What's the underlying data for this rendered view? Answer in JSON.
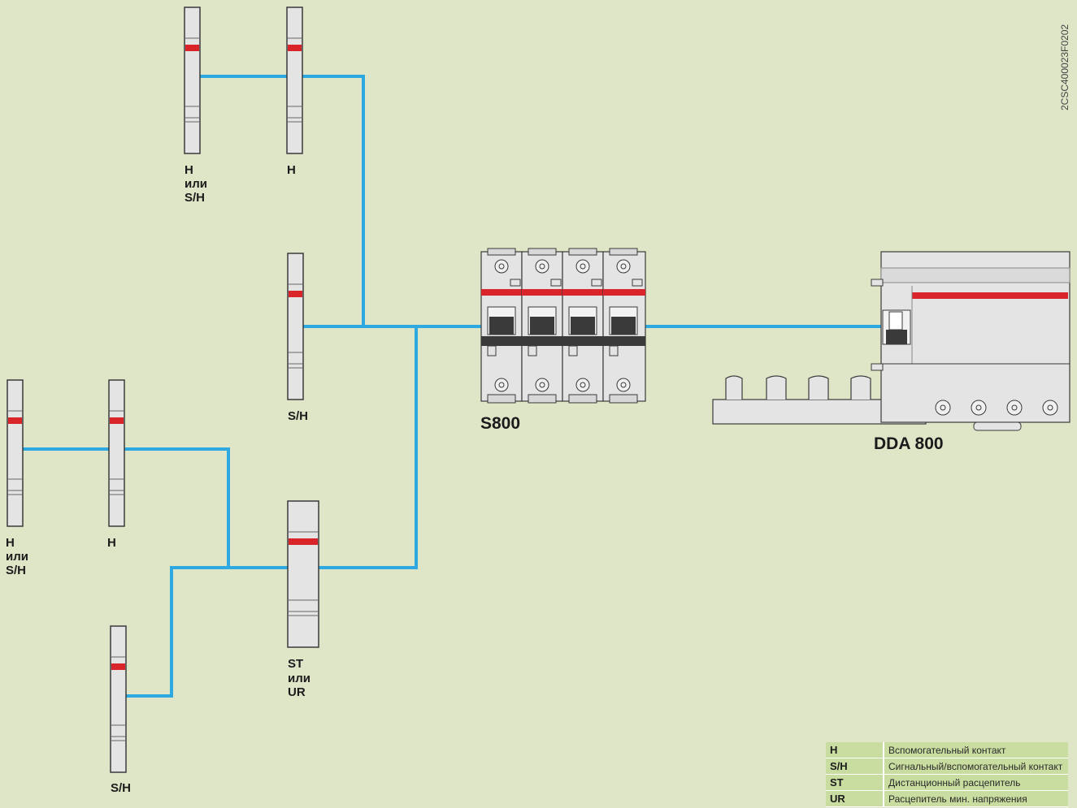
{
  "colors": {
    "background": "#dfe6c8",
    "wire": "#2ea8e0",
    "red_stripe": "#d9242a",
    "device_body": "#e4e4e4",
    "device_outline": "#3a3a3a",
    "legend_fill": "#c9dda0"
  },
  "labels": {
    "top_left_device": [
      "H",
      "или",
      "S/H"
    ],
    "top_right_device": [
      "H"
    ],
    "middle_device": [
      "S/H"
    ],
    "left_first_device": [
      "H",
      "или",
      "S/H"
    ],
    "left_second_device": [
      "H"
    ],
    "bottom_device": [
      "S/H"
    ],
    "st_ur_device": [
      "ST",
      "или",
      "UR"
    ]
  },
  "main_devices": {
    "s800": "S800",
    "dda800": "DDA 800"
  },
  "figure_code": "2CSC400023F0202",
  "legend": [
    {
      "abbr": "H",
      "desc": "Вспомогательный контакт"
    },
    {
      "abbr": "S/H",
      "desc": "Сигнальный/вспомогательный контакт"
    },
    {
      "abbr": "ST",
      "desc": "Дистанционный расцепитель"
    },
    {
      "abbr": "UR",
      "desc": "Расцепитель мин. напряжения"
    }
  ]
}
